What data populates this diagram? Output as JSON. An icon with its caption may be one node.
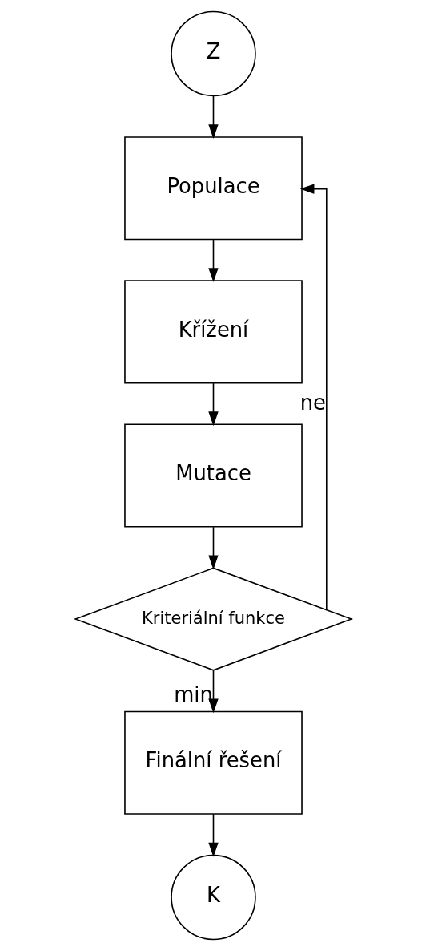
{
  "diagram": {
    "nodes": [
      {
        "text": [
          "Z"
        ]
      },
      {
        "text": [
          "Populace"
        ]
      },
      {
        "text": [
          "Křížení"
        ]
      },
      {
        "text": [
          "Mutace"
        ]
      },
      {
        "text": [
          "Kriteriální funkce"
        ]
      },
      {
        "text": [
          "Finální řešení"
        ]
      },
      {
        "text": [
          "K"
        ]
      }
    ],
    "edges": [
      {
        "from": 0,
        "to": 1,
        "arrow": "to"
      },
      {
        "from": 1,
        "to": 2,
        "arrow": "to"
      },
      {
        "from": 2,
        "to": 3,
        "arrow": "to"
      },
      {
        "from": 3,
        "to": 4,
        "arrow": "to"
      },
      {
        "from": 4,
        "to": 1,
        "arrow": "to",
        "label": "ne"
      },
      {
        "from": 4,
        "to": 5,
        "arrow": "to",
        "label": "min"
      },
      {
        "from": 5,
        "to": 6,
        "arrow": "to"
      }
    ]
  }
}
